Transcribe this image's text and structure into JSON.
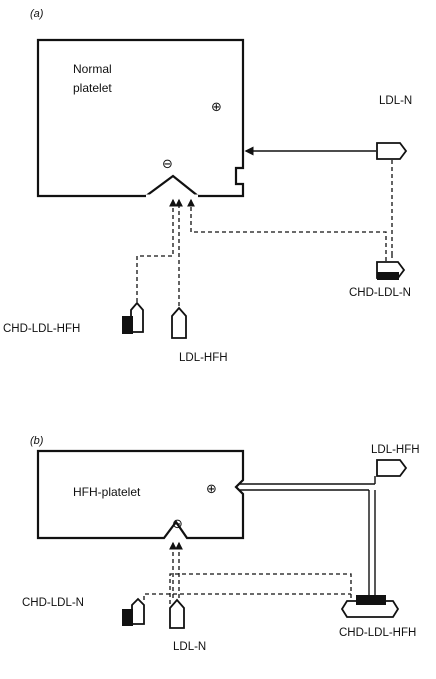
{
  "panel_a": {
    "label": "(a)",
    "platelet_line1": "Normal",
    "platelet_line2": "platelet",
    "plus_sign": "⊕",
    "minus_sign": "⊖",
    "ldl_n": "LDL-N",
    "chd_ldl_n": "CHD-LDL-N",
    "chd_ldl_hfh": "CHD-LDL-HFH",
    "ldl_hfh": "LDL-HFH"
  },
  "panel_b": {
    "label": "(b)",
    "platelet": "HFH-platelet",
    "plus_sign": "⊕",
    "minus_sign": "⊖",
    "ldl_hfh": "LDL-HFH",
    "chd_ldl_hfh": "CHD-LDL-HFH",
    "chd_ldl_n": "CHD-LDL-N",
    "ldl_n": "LDL-N"
  }
}
